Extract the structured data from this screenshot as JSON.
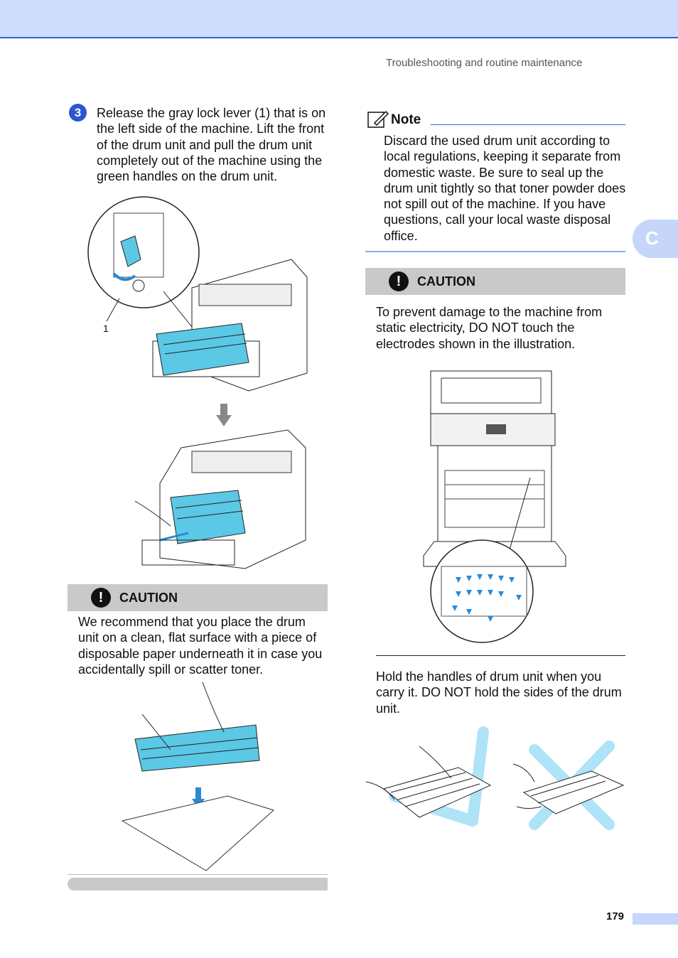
{
  "header": {
    "section_title": "Troubleshooting and routine maintenance"
  },
  "side_tab": {
    "letter": "C"
  },
  "step": {
    "number": "3",
    "text": "Release the gray lock lever (1) that is on the left side of the machine. Lift the front of the drum unit and pull the drum unit completely out of the machine using the green handles on the drum unit.",
    "callout_label": "1"
  },
  "caution_left": {
    "label": "CAUTION",
    "text": "We recommend that you place the drum unit on a clean, flat surface with a piece of disposable paper underneath it in case you accidentally spill or scatter toner."
  },
  "note": {
    "label": "Note",
    "text": "Discard the used drum unit according to local regulations, keeping it separate from domestic waste. Be sure to seal up the drum unit tightly so that toner powder does not spill out of the machine. If you have questions, call your local waste disposal office."
  },
  "caution_right": {
    "label": "CAUTION",
    "text": "To prevent damage to the machine from static electricity, DO NOT touch the electrodes shown in the illustration."
  },
  "handles_text": "Hold the handles of drum unit when you carry it. DO NOT hold the sides of the drum unit.",
  "footer": {
    "page_number": "179"
  },
  "colors": {
    "accent_blue": "#2f62d6",
    "band_blue": "#cfdcfb",
    "caution_gray": "#c9c9c9",
    "drum_cyan": "#5bc8e6"
  },
  "icons": [
    "step-number-badge",
    "note-pencil-icon",
    "exclamation-icon",
    "down-arrow-icon",
    "check-mark-icon",
    "cross-mark-icon"
  ]
}
